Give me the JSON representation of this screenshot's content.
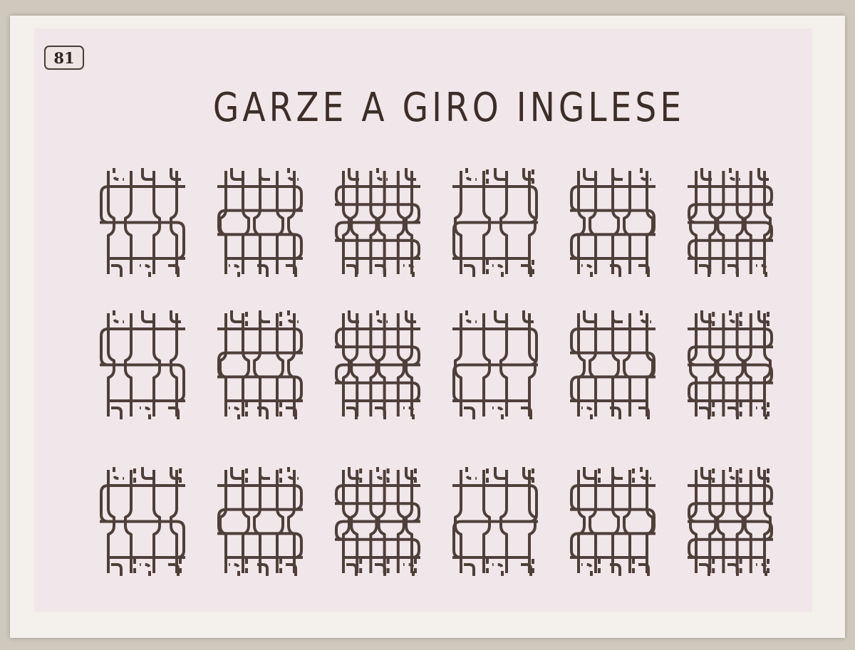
{
  "plate": {
    "number": "81",
    "title": "GARZE A GIRO INGLESE"
  },
  "colors": {
    "paper": "#f1e6e9",
    "ink": "#4f3f3a",
    "mount": "#f4f0ec"
  },
  "figures": {
    "rows": 3,
    "columns": 6,
    "items": [
      {
        "variant": 0
      },
      {
        "variant": 1
      },
      {
        "variant": 2
      },
      {
        "variant": 3
      },
      {
        "variant": 4
      },
      {
        "variant": 5
      },
      {
        "variant": 6
      },
      {
        "variant": 7
      },
      {
        "variant": 8
      },
      {
        "variant": 9
      },
      {
        "variant": 10
      },
      {
        "variant": 11
      },
      {
        "variant": 12
      },
      {
        "variant": 13
      },
      {
        "variant": 14
      },
      {
        "variant": 15
      },
      {
        "variant": 16
      },
      {
        "variant": 17
      }
    ]
  }
}
